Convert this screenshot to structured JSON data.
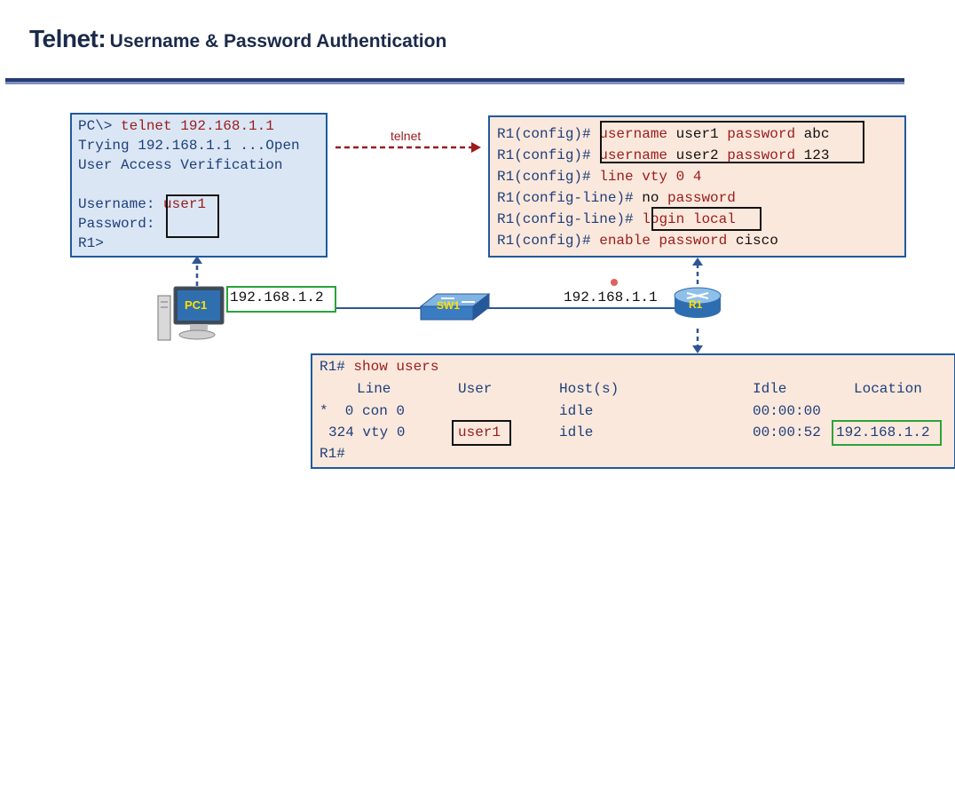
{
  "title": {
    "main": "Telnet:",
    "sub": "Username & Password Authentication"
  },
  "pc_terminal": {
    "lines": [
      {
        "prompt": "PC\\> ",
        "cmd": "telnet 192.168.1.1"
      },
      {
        "prompt": "Trying 192.168.1.1 ...Open",
        "cmd": ""
      },
      {
        "prompt": "User Access Verification",
        "cmd": ""
      },
      {
        "prompt": "Username: ",
        "cmd": "user1"
      },
      {
        "prompt": "Password: ",
        "cmd": ""
      },
      {
        "prompt": "R1>",
        "cmd": ""
      }
    ]
  },
  "arrow_label": "telnet",
  "router_config": {
    "lines": [
      {
        "prompt": "R1(config)# ",
        "parts": [
          [
            "cmd",
            "username"
          ],
          [
            "plain",
            " user1 "
          ],
          [
            "cmd",
            "password"
          ],
          [
            "plain",
            " abc"
          ]
        ]
      },
      {
        "prompt": "R1(config)# ",
        "parts": [
          [
            "cmd",
            "username"
          ],
          [
            "plain",
            " user2 "
          ],
          [
            "cmd",
            "password"
          ],
          [
            "plain",
            " 123"
          ]
        ]
      },
      {
        "prompt": "R1(config)# ",
        "parts": [
          [
            "cmd",
            "line vty 0 4"
          ]
        ]
      },
      {
        "prompt": "R1(config-line)# ",
        "parts": [
          [
            "plain",
            "no "
          ],
          [
            "cmd",
            "password"
          ]
        ]
      },
      {
        "prompt": "R1(config-line)# ",
        "parts": [
          [
            "cmd",
            "login local"
          ]
        ]
      },
      {
        "prompt": "R1(config)# ",
        "parts": [
          [
            "cmd",
            "enable password"
          ],
          [
            "plain",
            " cisco"
          ]
        ]
      }
    ]
  },
  "devices": {
    "pc": "PC1",
    "switch": "SW1",
    "router": "R1"
  },
  "pc_ip": "192.168.1.2",
  "router_ip": "192.168.1.1",
  "show_users": {
    "prompt": "R1# ",
    "command": "show users",
    "headers": [
      "Line",
      "User",
      "Host(s)",
      "Idle",
      "Location"
    ],
    "rows": [
      [
        "*  0 con 0",
        "",
        "idle",
        "00:00:00",
        ""
      ],
      [
        "324 vty 0",
        "user1",
        "idle",
        "00:00:52",
        "192.168.1.2"
      ]
    ],
    "end_prompt": "R1#"
  },
  "colors": {
    "accent": "#1f5a9e",
    "command": "#9b1b1b",
    "green_box": "#2aa43a",
    "arrow": "#9b1b1b"
  }
}
